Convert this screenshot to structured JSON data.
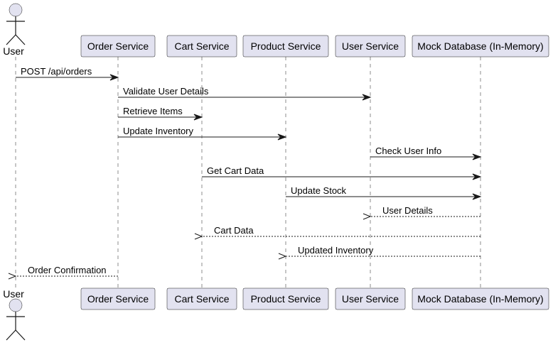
{
  "participants": [
    {
      "id": "user",
      "label": "User",
      "kind": "actor"
    },
    {
      "id": "order",
      "label": "Order Service",
      "kind": "participant"
    },
    {
      "id": "cart",
      "label": "Cart Service",
      "kind": "participant"
    },
    {
      "id": "product",
      "label": "Product Service",
      "kind": "participant"
    },
    {
      "id": "usersvc",
      "label": "User Service",
      "kind": "participant"
    },
    {
      "id": "db",
      "label": "Mock Database (In-Memory)",
      "kind": "participant"
    }
  ],
  "messages": [
    {
      "from": "user",
      "to": "order",
      "label": "POST /api/orders",
      "type": "call"
    },
    {
      "from": "order",
      "to": "usersvc",
      "label": "Validate User Details",
      "type": "call"
    },
    {
      "from": "order",
      "to": "cart",
      "label": "Retrieve Items",
      "type": "call"
    },
    {
      "from": "order",
      "to": "product",
      "label": "Update Inventory",
      "type": "call"
    },
    {
      "from": "usersvc",
      "to": "db",
      "label": "Check User Info",
      "type": "call"
    },
    {
      "from": "cart",
      "to": "db",
      "label": "Get Cart Data",
      "type": "call"
    },
    {
      "from": "product",
      "to": "db",
      "label": "Update Stock",
      "type": "call"
    },
    {
      "from": "db",
      "to": "usersvc",
      "label": "User Details",
      "type": "reply"
    },
    {
      "from": "db",
      "to": "cart",
      "label": "Cart Data",
      "type": "reply"
    },
    {
      "from": "db",
      "to": "product",
      "label": "Updated Inventory",
      "type": "reply"
    },
    {
      "from": "order",
      "to": "user",
      "label": "Order Confirmation",
      "type": "reply"
    }
  ],
  "colors": {
    "participant_fill": "#e2e2f0",
    "border": "#181818",
    "lifeline": "#8c8c8c",
    "background": "#ffffff"
  }
}
